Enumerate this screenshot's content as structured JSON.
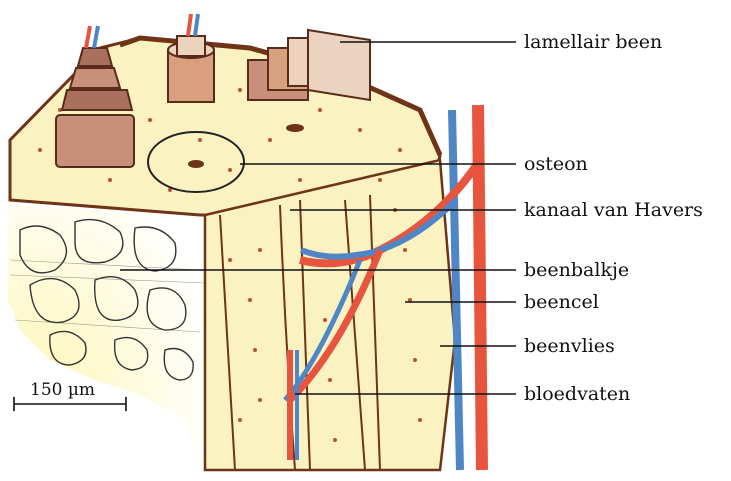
{
  "labels": {
    "lamellair_been": "lamellair been",
    "osteon": "osteon",
    "kanaal_van_havers": "kanaal van Havers",
    "beenbalkje": "beenbalkje",
    "beencel": "beencel",
    "beenvlies": "beenvlies",
    "bloedvaten": "bloedvaten"
  },
  "scale_bar": {
    "label": "150 µm"
  },
  "colors": {
    "bone_fill": "#fbf2c2",
    "outline": "#6e3418",
    "cell_dots": "#b8532d",
    "artery": "#e8553e",
    "vein": "#4f86c6",
    "lamella_block": "#c8907b",
    "lamella_light": "#ecd3c0"
  }
}
